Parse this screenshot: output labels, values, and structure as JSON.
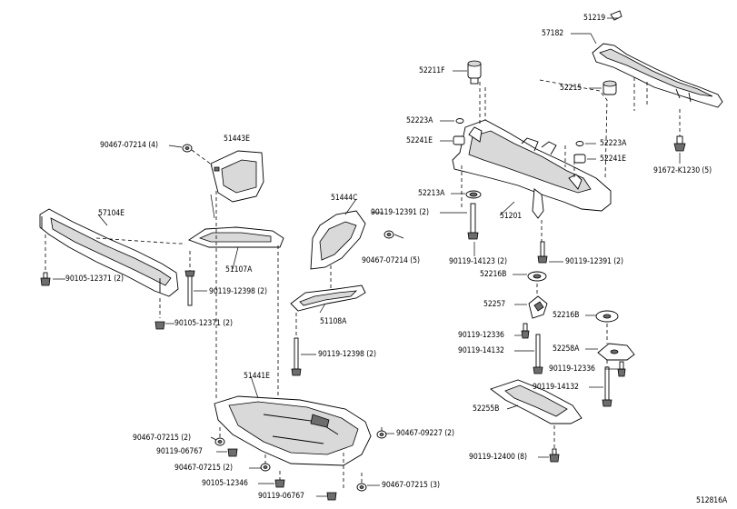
{
  "diagram": {
    "labels": {
      "p51219": "51219",
      "p57182": "57182",
      "p52211F": "52211F",
      "p52215": "52215",
      "p52223A_l": "52223A",
      "p52241E_l": "52241E",
      "p52223A_r": "52223A",
      "p52241E_r": "52241E",
      "p91672": "91672-K1230 (5)",
      "p52213A": "52213A",
      "p51201": "51201",
      "p90119_12391_a": "90119-12391 (2)",
      "p90119_14123": "90119-14123 (2)",
      "p90119_12391_b": "90119-12391 (2)",
      "p52216B_a": "52216B",
      "p52257": "52257",
      "p52216B_b": "52216B",
      "p90119_12336_a": "90119-12336",
      "p90119_14132_a": "90119-14132",
      "p52258A": "52258A",
      "p90119_12336_b": "90119-12336",
      "p90119_14132_b": "90119-14132",
      "p52255B": "52255B",
      "p90119_12400": "90119-12400 (8)",
      "p90467_07214_a": "90467-07214 (4)",
      "p51443E": "51443E",
      "p57104E": "57104E",
      "p51444C": "51444C",
      "p90467_07214_b": "90467-07214 (5)",
      "p51107A": "51107A",
      "p90105_12371_a": "90105-12371 (2)",
      "p90119_12398_a": "90119-12398 (2)",
      "p90105_12371_b": "90105-12371 (2)",
      "p51108A": "51108A",
      "p90119_12398_b": "90119-12398 (2)",
      "p51441E": "51441E",
      "p90467_07215_a": "90467-07215 (2)",
      "p90467_09227": "90467-09227 (2)",
      "p90119_06767_a": "90119-06767",
      "p90467_07215_b": "90467-07215 (2)",
      "p90105_12346": "90105-12346",
      "p90467_07215_c": "90467-07215 (3)",
      "p90119_06767_b": "90119-06767",
      "figure_id": "512816A"
    }
  }
}
